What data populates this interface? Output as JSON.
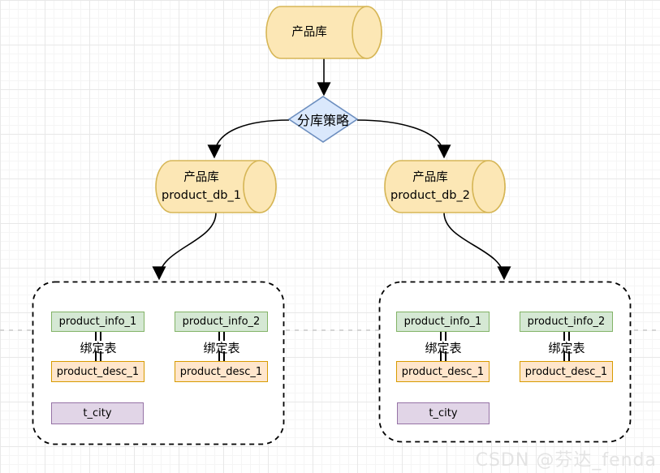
{
  "diagram": {
    "root_db_label": "产品库",
    "strategy_label": "分库策略",
    "db1": {
      "name": "产品库",
      "id": "product_db_1"
    },
    "db2": {
      "name": "产品库",
      "id": "product_db_2"
    },
    "binding_label": "绑定表",
    "containers": [
      {
        "tables": {
          "info1": "product_info_1",
          "info2": "product_info_2",
          "desc1": "product_desc_1",
          "desc2": "product_desc_1",
          "city": "t_city"
        }
      },
      {
        "tables": {
          "info1": "product_info_1",
          "info2": "product_info_2",
          "desc1": "product_desc_1",
          "desc2": "product_desc_1",
          "city": "t_city"
        }
      }
    ]
  },
  "watermark": "CSDN @芬达_fenda",
  "colors": {
    "cylinder_fill": "#fce7b5",
    "cylinder_stroke": "#d6b656",
    "diamond_fill": "#dae8fc",
    "diamond_stroke": "#6c8ebf",
    "green_fill": "#d5e8d4",
    "green_stroke": "#82b366",
    "orange_fill": "#ffe6cc",
    "orange_stroke": "#d79b00",
    "purple_fill": "#e1d5e7",
    "purple_stroke": "#9673a6",
    "arrow": "#000000",
    "page_boundary": "#c9c9c9"
  }
}
